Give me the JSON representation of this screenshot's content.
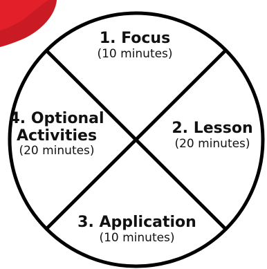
{
  "colors": {
    "accent_blob": "#e3202a",
    "accent_blob_dark": "#b7151d",
    "outline": "#000000",
    "background": "#ffffff"
  },
  "quadrants": {
    "focus": {
      "title": "1. Focus",
      "duration": "(10 minutes)"
    },
    "lesson": {
      "title": "2. Lesson",
      "duration": "(20 minutes)"
    },
    "application": {
      "title": "3. Application",
      "duration": "(10 minutes)"
    },
    "optional": {
      "title_line1": "4. Optional",
      "title_line2": "Activities",
      "duration": "(20 minutes)"
    }
  }
}
